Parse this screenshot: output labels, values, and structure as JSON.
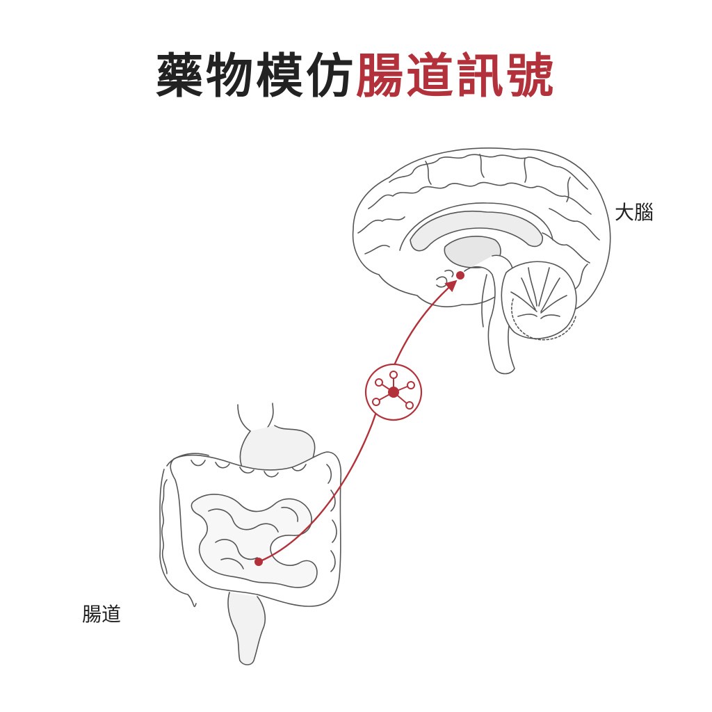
{
  "title": {
    "part1": "藥物模仿",
    "part2": "腸道訊號"
  },
  "labels": {
    "brain": "大腦",
    "gut": "腸道"
  },
  "colors": {
    "accent": "#b3313a",
    "text": "#222222",
    "outline": "#555555",
    "fill": "#f2f2f2"
  },
  "icons": {
    "brain": "brain-icon",
    "intestine": "intestine-icon",
    "molecule": "molecule-icon"
  }
}
